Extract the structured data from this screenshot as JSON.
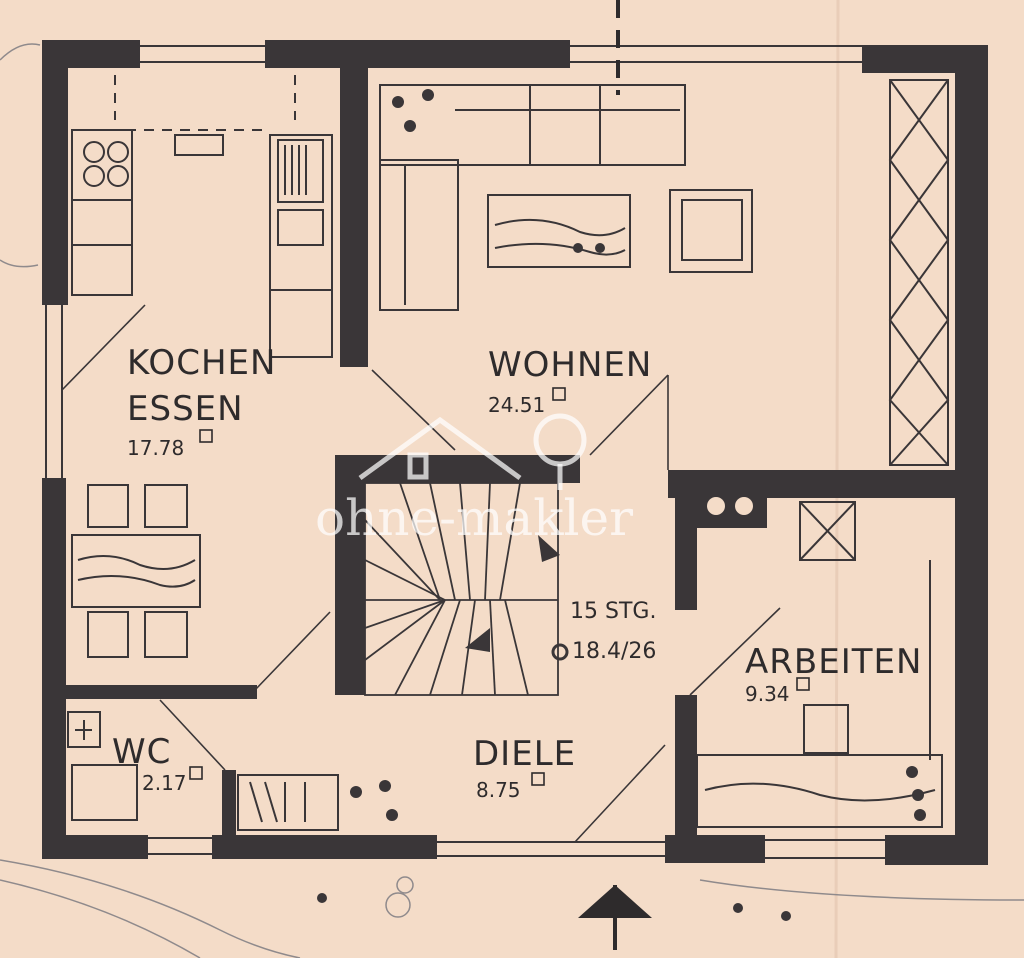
{
  "rooms": {
    "kochen": {
      "line1": "KOCHEN",
      "line2": "ESSEN",
      "area": "17.78"
    },
    "wohnen": {
      "name": "WOHNEN",
      "area": "24.51"
    },
    "arbeiten": {
      "name": "ARBEITEN",
      "area": "9.34"
    },
    "wc": {
      "name": "WC",
      "area": "2.17"
    },
    "diele": {
      "name": "DIELE",
      "area": "8.75"
    }
  },
  "stairs": {
    "steps": "15 STG.",
    "dimension": "18.4/26"
  },
  "watermark": "ohne-makler",
  "colors": {
    "paper": "#f4dcc8",
    "wall": "#3a3638",
    "ink": "#2e2b2c",
    "watermark": "#ffffff"
  }
}
